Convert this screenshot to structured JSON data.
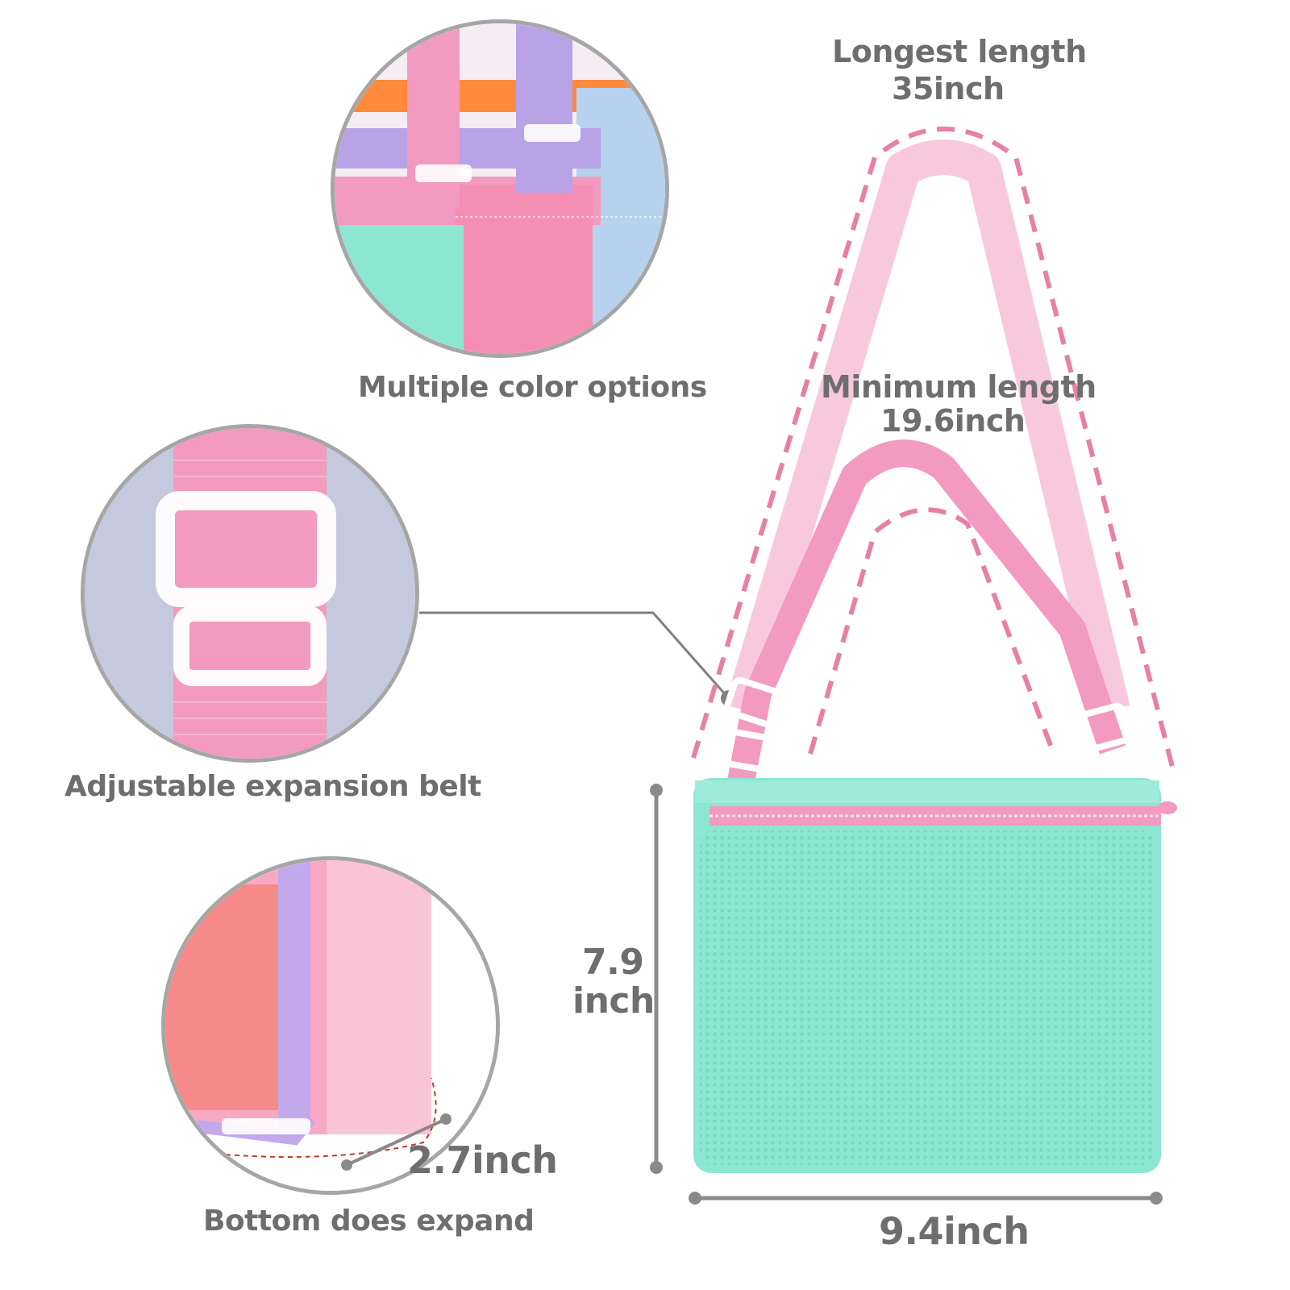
{
  "callouts": {
    "color_options": "Multiple color options",
    "adjustable_belt": "Adjustable expansion belt",
    "bottom_expand": "Bottom does expand"
  },
  "dimensions": {
    "longest_label": "Longest length",
    "longest_value": "35inch",
    "minimum_label": "Minimum length",
    "minimum_value": "19.6inch",
    "height_value": "7.9",
    "height_unit": "inch",
    "width_value": "9.4inch",
    "bottom_value": "2.7inch"
  },
  "colors": {
    "mint_bag": "#8de6d2",
    "pink_strap": "#f29ac0",
    "light_pink_strap": "#f8c9dc",
    "lavender": "#b9a2e6",
    "orange": "#ff8a3c",
    "light_blue": "#b6d2ee",
    "guide_pink": "#e87fa6",
    "gray_text": "#6e6e6e"
  }
}
